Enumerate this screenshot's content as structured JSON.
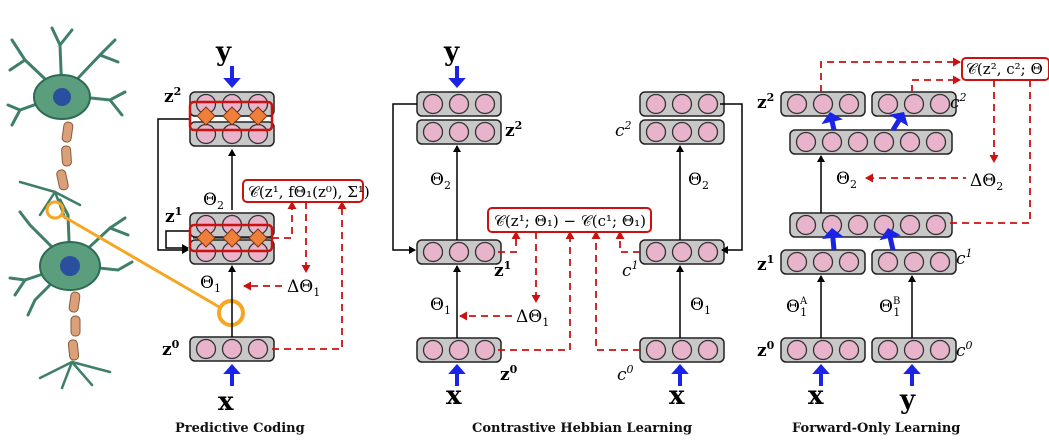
{
  "colors": {
    "neuron_fill": "#e8b4cc",
    "layer_fill": "#c8c8c8",
    "error_unit": "#f07f3c",
    "dashed": "#cc1111",
    "input_arrow": "#1a23e6",
    "synapse": "#f5a623",
    "cell_body": "#2e8b57"
  },
  "icons": [
    "neuron-illustration",
    "up-arrow-icon",
    "diamond-error-unit-icon"
  ],
  "panels": {
    "pc": {
      "caption": "Predictive Coding",
      "y": "y",
      "x": "x",
      "z2": "z",
      "z2_sup": "2",
      "z1": "z",
      "z1_sup": "1",
      "z0": "z",
      "z0_sup": "0",
      "theta2": "Θ",
      "theta2_sub": "2",
      "theta1": "Θ",
      "theta1_sub": "1",
      "formula": "𝒞(z¹, fΘ₁(z⁰), Σ¹)",
      "delta": "ΔΘ",
      "delta_sub": "1"
    },
    "chl": {
      "caption": "Contrastive Hebbian Learning",
      "y": "y",
      "x_left": "x",
      "x_right": "x",
      "z2": "z",
      "z2_sup": "2",
      "c2": "c",
      "c2_sup": "2",
      "z1": "z",
      "z1_sup": "1",
      "c1": "c",
      "c1_sup": "1",
      "z0": "z",
      "z0_sup": "0",
      "c0": "c",
      "c0_sup": "0",
      "theta2": "Θ",
      "theta2_sub": "2",
      "theta1_left": "Θ",
      "theta1_left_sub": "1",
      "theta1_right": "Θ",
      "theta1_right_sub": "1",
      "formula": "𝒞(z¹; Θ₁) − 𝒞(c¹; Θ₁)",
      "delta": "ΔΘ",
      "delta_sub": "1"
    },
    "ff": {
      "caption": "Forward-Only Learning",
      "x": "x",
      "y": "y",
      "z2": "z",
      "z2_sup": "2",
      "c2": "c",
      "c2_sup": "2",
      "z1": "z",
      "z1_sup": "1",
      "c1": "c",
      "c1_sup": "1",
      "z0": "z",
      "z0_sup": "0",
      "c0": "c",
      "c0_sup": "0",
      "theta2": "Θ",
      "theta2_sub": "2",
      "theta1A": "Θ",
      "theta1A_sup": "A",
      "theta1A_sub": "1",
      "theta1B": "Θ",
      "theta1B_sup": "B",
      "theta1B_sub": "1",
      "formula": "𝒞(z², c²; Θ",
      "delta": "ΔΘ",
      "delta_sub": "2"
    }
  }
}
